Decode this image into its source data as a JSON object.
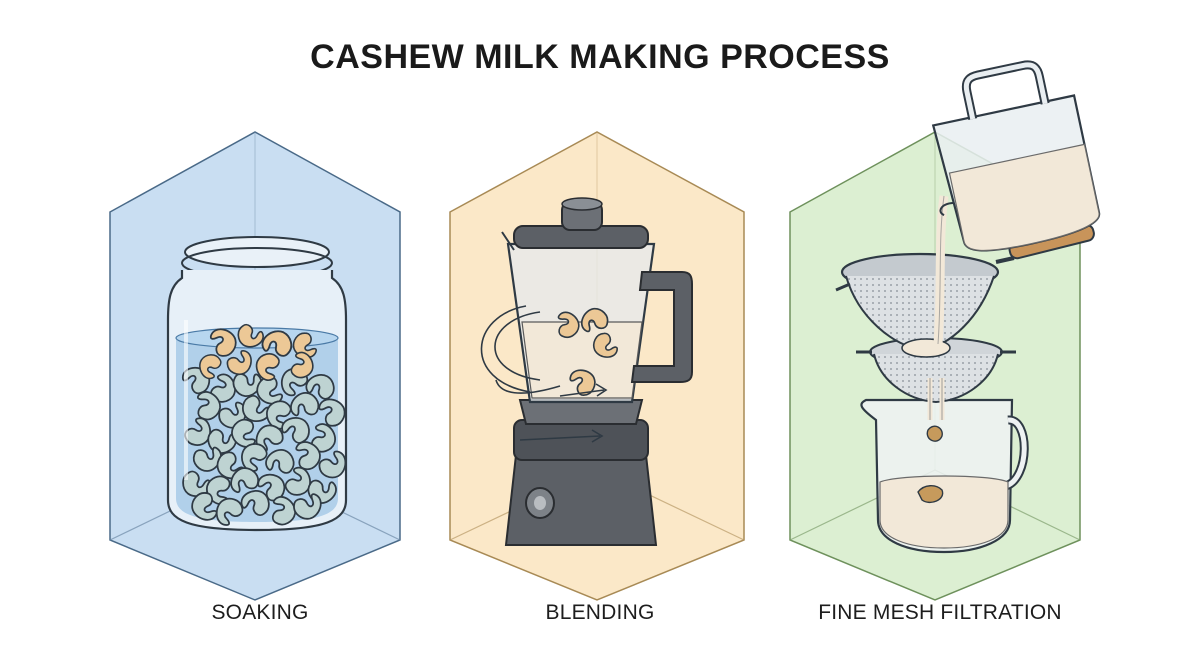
{
  "title": "CASHEW MILK MAKING PROCESS",
  "steps": [
    {
      "label": "SOAKING",
      "icon": "soaking-jar-icon"
    },
    {
      "label": "BLENDING",
      "icon": "blender-icon"
    },
    {
      "label": "FINE MESH FILTRATION",
      "icon": "strainer-pitcher-icon"
    }
  ],
  "colors": {
    "soak_panel": "#c9def2",
    "blend_panel": "#fbe8c8",
    "filter_panel": "#dcefd2",
    "cashew": "#ecc896",
    "soaked_cashew": "#bed3d2",
    "milk": "#f2e8d8",
    "blender_body": "#5c6066",
    "outline": "#2f3a44"
  }
}
